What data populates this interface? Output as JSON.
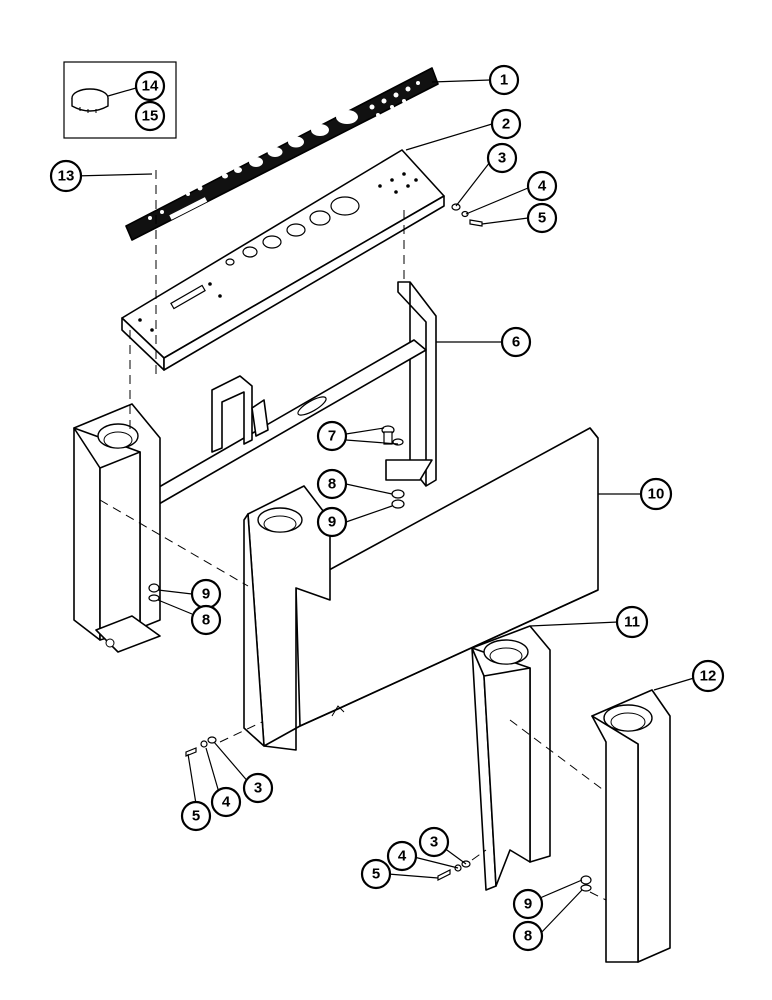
{
  "callouts": {
    "c1": "1",
    "c2": "2",
    "c3a": "3",
    "c4a": "4",
    "c5a": "5",
    "c6": "6",
    "c7": "7",
    "c8a": "8",
    "c9a": "9",
    "c10": "10",
    "c9b": "9",
    "c8b": "8",
    "c11": "11",
    "c12": "12",
    "c13": "13",
    "c14": "14",
    "c15": "15",
    "c5b": "5",
    "c4b": "4",
    "c3b": "3",
    "c4c": "4",
    "c3c": "3",
    "c5c": "5",
    "c9c": "9",
    "c8c": "8"
  }
}
